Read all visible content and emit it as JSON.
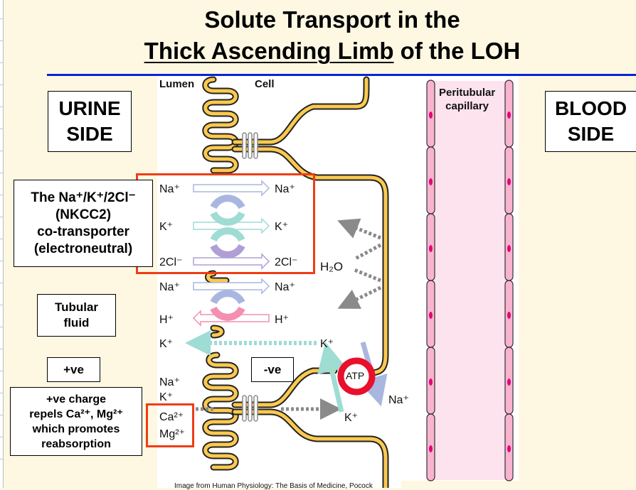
{
  "title": {
    "line1": "Solute Transport in the",
    "line2_underlined": "Thick Ascending Limb",
    "line2_rest": " of the LOH"
  },
  "boxes": {
    "urine_side": [
      "URINE",
      "SIDE"
    ],
    "blood_side": [
      "BLOOD",
      "SIDE"
    ],
    "nkcc2": [
      "The Na⁺/K⁺/2Cl⁻",
      "(NKCC2)",
      "co-transporter",
      "(electroneutral)"
    ],
    "tubular_fluid": [
      "Tubular",
      "fluid"
    ],
    "pos_ve": "+ve",
    "neg_ve": "-ve",
    "charge_note": [
      "+ve charge",
      "repels Ca²⁺, Mg²⁺",
      "which promotes",
      "reabsorption"
    ]
  },
  "diagram": {
    "lumen_label": "Lumen",
    "cell_label": "Cell",
    "capillary_label": [
      "Peritubular",
      "capillary"
    ],
    "h2o": "H₂O",
    "atp": "ATP",
    "ions_left": [
      "Na⁺",
      "K⁺",
      "2Cl⁻",
      "Na⁺",
      "H⁺",
      "K⁺"
    ],
    "ions_right": [
      "Na⁺",
      "K⁺",
      "2Cl⁻",
      "Na⁺",
      "H⁺",
      "K⁺"
    ],
    "paracellular_ions": [
      "Na⁺",
      "K⁺",
      "Ca²⁺",
      "Mg²⁺"
    ],
    "pump_k": "K⁺",
    "pump_na": "Na⁺",
    "colors": {
      "membrane": "#fbc94f",
      "na": "#a9b7e0",
      "k": "#9fdcd4",
      "cl": "#b09fd4",
      "h": "#f48fb1",
      "atp": "#e8102c",
      "highlight": "#f03c14",
      "capillary": "#fde3ee",
      "nucleus": "#e3007b"
    }
  },
  "caption": "Image from Human Physiology: The Basis of  Medicine, Pocock"
}
